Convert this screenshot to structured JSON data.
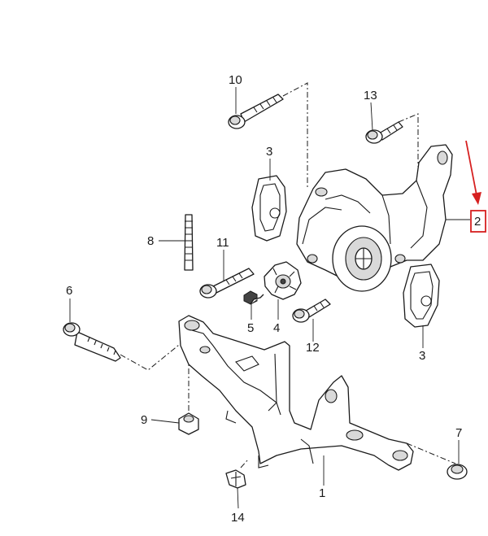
{
  "callouts": {
    "c1": "1",
    "c2": "2",
    "c3a": "3",
    "c3b": "3",
    "c4": "4",
    "c5": "5",
    "c6": "6",
    "c7": "7",
    "c8": "8",
    "c9": "9",
    "c10": "10",
    "c11": "11",
    "c12": "12",
    "c13": "13",
    "c14": "14"
  },
  "colors": {
    "highlight": "#d62020",
    "ink": "#1a1a1a"
  }
}
